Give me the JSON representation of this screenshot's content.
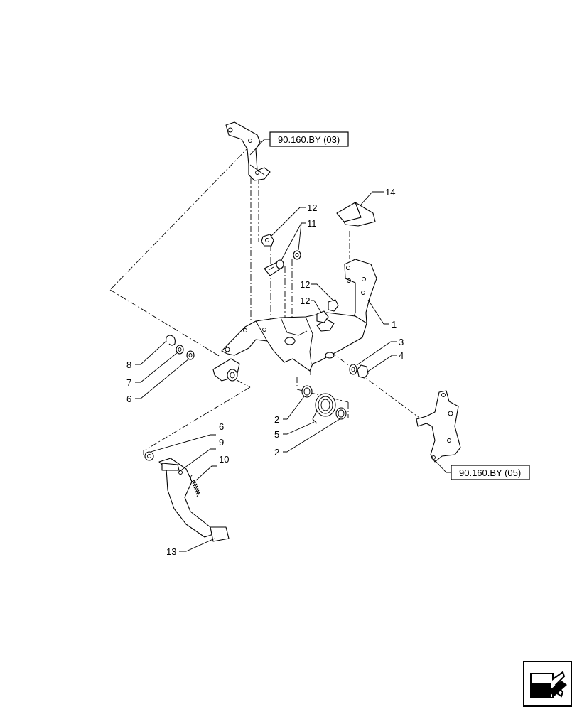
{
  "references": [
    {
      "id": "ref-top",
      "text": "90.160.BY (03)"
    },
    {
      "id": "ref-right",
      "text": "90.160.BY (05)"
    }
  ],
  "callouts": {
    "c1": "1",
    "c2a": "2",
    "c2b": "2",
    "c3": "3",
    "c4": "4",
    "c5": "5",
    "c6a": "6",
    "c6b": "6",
    "c7": "7",
    "c8": "8",
    "c9": "9",
    "c10": "10",
    "c11": "11",
    "c12a": "12",
    "c12b": "12",
    "c12c": "12",
    "c13": "13",
    "c14": "14"
  },
  "navigation": {
    "icon": "next-page-arrow-icon"
  }
}
